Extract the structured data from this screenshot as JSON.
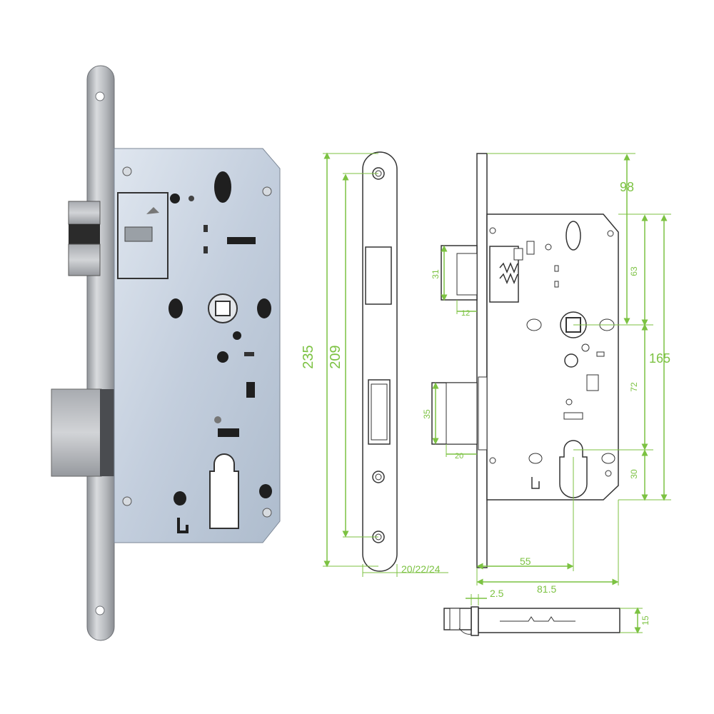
{
  "dimensions": {
    "total_height": "235",
    "screw_spacing": "209",
    "faceplate_widths": "20/22/24",
    "backset_to_top": "98",
    "body_height": "165",
    "upper_section": "63",
    "center_distance": "72",
    "lower_section": "30",
    "latch_height": "31",
    "latch_projection": "12",
    "bolt_height": "35",
    "bolt_projection": "20",
    "backset": "55",
    "body_depth": "81.5",
    "faceplate_thickness": "2.5",
    "body_thickness": "15"
  },
  "colors": {
    "dimension_line": "#7cc242",
    "steel_face": "#b9bcc0",
    "body_plate": "#c9d3e1",
    "outline": "#333333"
  }
}
